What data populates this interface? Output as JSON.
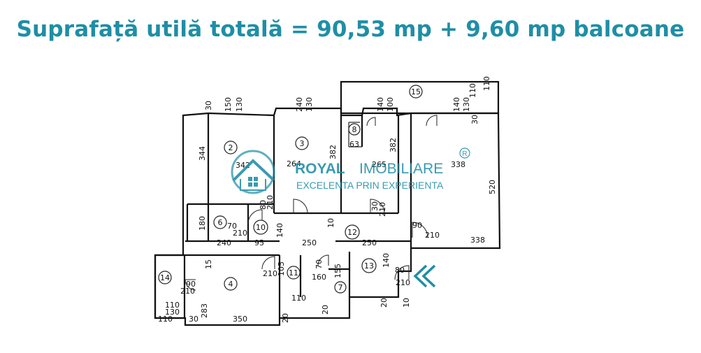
{
  "headline": "Suprafață utilă totală = 90,53 mp + 9,60 mp balcoane",
  "colors": {
    "accent": "#1f8ea6",
    "lines": "#111111",
    "background": "#ffffff"
  },
  "watermark": {
    "brand_part1": "ROYAL",
    "brand_part2": "IMOBILIARE",
    "slogan": "EXCELENTA PRIN EXPERIENTA",
    "registered": "R"
  },
  "rooms": [
    "15",
    "8",
    "2",
    "3",
    "6",
    "10",
    "12",
    "4",
    "11",
    "13",
    "14",
    "7"
  ],
  "dimensions": [
    "30",
    "150",
    "130",
    "240",
    "130",
    "140",
    "100",
    "110",
    "140",
    "130",
    "344",
    "342",
    "264",
    "382",
    "63",
    "382",
    "265",
    "338",
    "520",
    "110",
    "30",
    "180",
    "70",
    "210",
    "80",
    "210",
    "140",
    "10",
    "30",
    "210",
    "90",
    "210",
    "338",
    "240",
    "95",
    "250",
    "250",
    "15",
    "105",
    "210",
    "70",
    "155",
    "160",
    "140",
    "80",
    "210",
    "283",
    "110",
    "130",
    "110",
    "30",
    "350",
    "20",
    "110",
    "20",
    "20",
    "10",
    "210",
    "90"
  ]
}
